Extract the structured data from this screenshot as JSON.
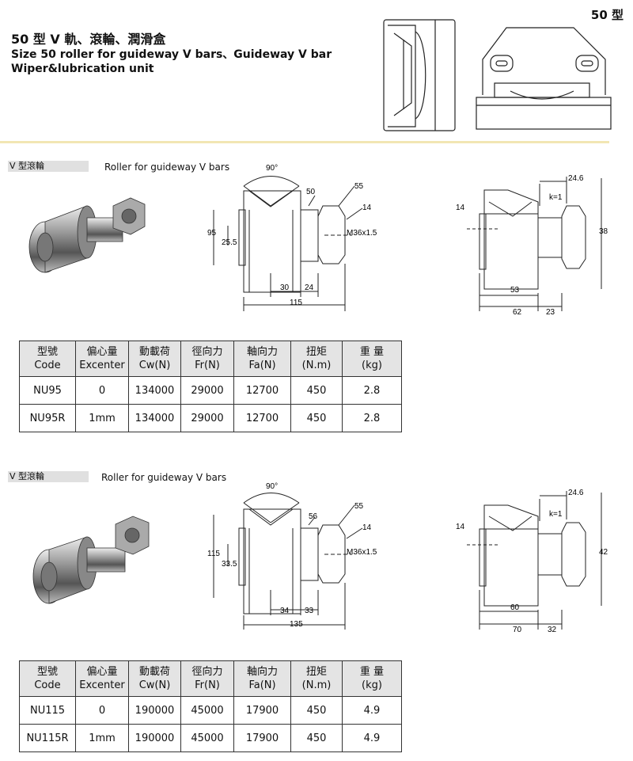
{
  "page_label": "50 型",
  "title_cn": "50 型 V 軌、滾輪、潤滑盒",
  "title_en_line1": "Size 50 roller for guideway V bars、Guideway V bar",
  "title_en_line2": "Wiper&lubrication unit",
  "sections": [
    {
      "label_cn": "V 型滾輪",
      "label_en": "Roller for guideway V bars",
      "dims_front": {
        "angle": "90°",
        "d50": "50",
        "d55": "55",
        "d14": "14",
        "d95": "95",
        "d25_5": "25.5",
        "thread": "M36x1.5",
        "d30": "30",
        "d24": "24",
        "d115": "115"
      },
      "dims_side": {
        "d24_6": "24.6",
        "k": "k=1",
        "d14": "14",
        "d38": "38",
        "d53": "53",
        "d62": "62",
        "d23": "23"
      },
      "table": {
        "headers_cn": [
          "型號",
          "偏心量",
          "動載荷",
          "徑向力",
          "軸向力",
          "扭矩",
          "重 量"
        ],
        "headers_en": [
          "Code",
          "Excenter",
          "Cw(N)",
          "Fr(N)",
          "Fa(N)",
          "(N.m)",
          "(kg)"
        ],
        "rows": [
          [
            "NU95",
            "0",
            "134000",
            "29000",
            "12700",
            "450",
            "2.8"
          ],
          [
            "NU95R",
            "1mm",
            "134000",
            "29000",
            "12700",
            "450",
            "2.8"
          ]
        ]
      }
    },
    {
      "label_cn": "V 型滾輪",
      "label_en": "Roller for guideway V bars",
      "dims_front": {
        "angle": "90°",
        "d56": "56",
        "d55": "55",
        "d14": "14",
        "d115": "115",
        "d33_5": "33.5",
        "thread": "M36x1.5",
        "d34": "34",
        "d33": "33",
        "d135": "135"
      },
      "dims_side": {
        "d24_6": "24.6",
        "k": "k=1",
        "d14": "14",
        "d42": "42",
        "d60": "60",
        "d70": "70",
        "d32": "32"
      },
      "table": {
        "headers_cn": [
          "型號",
          "偏心量",
          "動載荷",
          "徑向力",
          "軸向力",
          "扭矩",
          "重 量"
        ],
        "headers_en": [
          "Code",
          "Excenter",
          "Cw(N)",
          "Fr(N)",
          "Fa(N)",
          "(N.m)",
          "(kg)"
        ],
        "rows": [
          [
            "NU115",
            "0",
            "190000",
            "45000",
            "17900",
            "450",
            "4.9"
          ],
          [
            "NU115R",
            "1mm",
            "190000",
            "45000",
            "17900",
            "450",
            "4.9"
          ]
        ]
      }
    }
  ]
}
